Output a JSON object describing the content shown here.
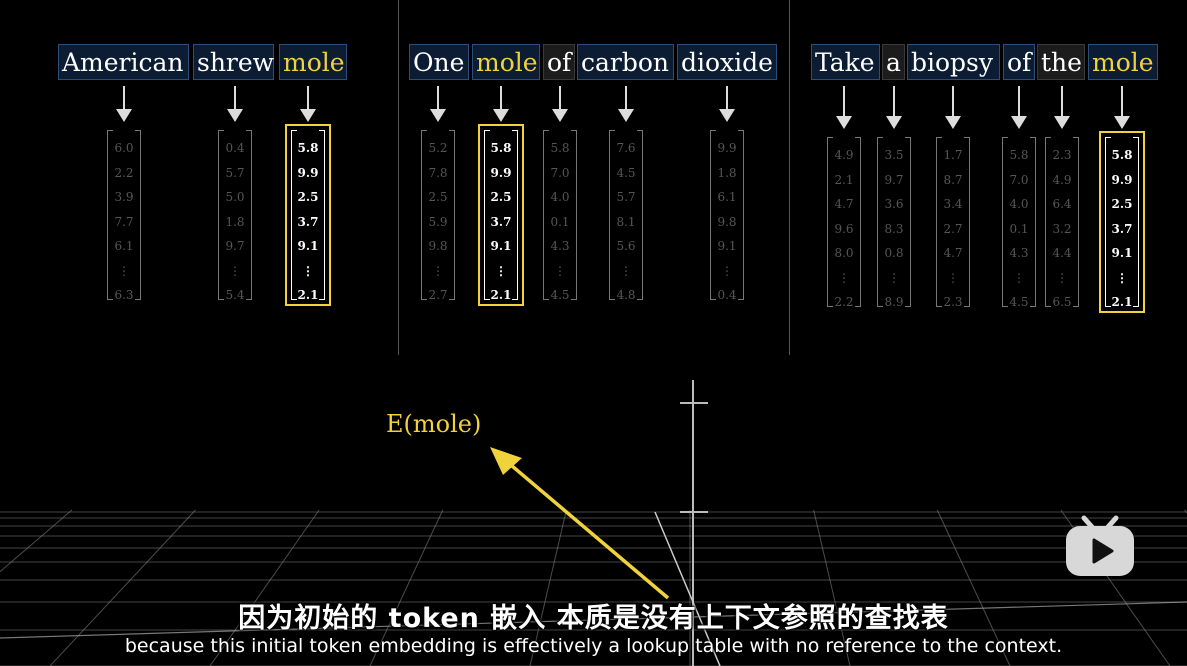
{
  "panels": [
    {
      "tokens": [
        {
          "text": "American",
          "focus": false,
          "style": "b1"
        },
        {
          "text": "shrew",
          "focus": false,
          "style": "b1"
        },
        {
          "text": "mole",
          "focus": true,
          "style": "b1"
        }
      ],
      "vectors": [
        [
          "6.0",
          "2.2",
          "3.9",
          "7.7",
          "6.1",
          "⋮",
          "6.3"
        ],
        [
          "0.4",
          "5.7",
          "5.0",
          "1.8",
          "9.7",
          "⋮",
          "5.4"
        ],
        [
          "5.8",
          "9.9",
          "2.5",
          "3.7",
          "9.1",
          "⋮",
          "2.1"
        ]
      ]
    },
    {
      "tokens": [
        {
          "text": "One",
          "focus": false,
          "style": "b1"
        },
        {
          "text": "mole",
          "focus": true,
          "style": "b1"
        },
        {
          "text": "of",
          "focus": false,
          "style": "b2"
        },
        {
          "text": "carbon",
          "focus": false,
          "style": "b1"
        },
        {
          "text": "dioxide",
          "focus": false,
          "style": "b1"
        }
      ],
      "vectors": [
        [
          "5.2",
          "7.8",
          "2.5",
          "5.9",
          "9.8",
          "⋮",
          "2.7"
        ],
        [
          "5.8",
          "9.9",
          "2.5",
          "3.7",
          "9.1",
          "⋮",
          "2.1"
        ],
        [
          "5.8",
          "7.0",
          "4.0",
          "0.1",
          "4.3",
          "⋮",
          "4.5"
        ],
        [
          "7.6",
          "4.5",
          "5.7",
          "8.1",
          "5.6",
          "⋮",
          "4.8"
        ],
        [
          "9.9",
          "1.8",
          "6.1",
          "9.8",
          "9.1",
          "⋮",
          "0.4"
        ]
      ]
    },
    {
      "tokens": [
        {
          "text": "Take",
          "focus": false,
          "style": "b1"
        },
        {
          "text": "a",
          "focus": false,
          "style": "b2"
        },
        {
          "text": "biopsy",
          "focus": false,
          "style": "b1"
        },
        {
          "text": "of",
          "focus": false,
          "style": "b1"
        },
        {
          "text": "the",
          "focus": false,
          "style": "b2"
        },
        {
          "text": "mole",
          "focus": true,
          "style": "b1"
        }
      ],
      "vectors": [
        [
          "4.9",
          "2.1",
          "4.7",
          "9.6",
          "8.0",
          "⋮",
          "2.2"
        ],
        [
          "3.5",
          "9.7",
          "3.6",
          "8.3",
          "0.8",
          "⋮",
          "8.9"
        ],
        [
          "1.7",
          "8.7",
          "3.4",
          "2.7",
          "4.7",
          "⋮",
          "2.3"
        ],
        [
          "5.8",
          "7.0",
          "4.0",
          "0.1",
          "4.3",
          "⋮",
          "4.5"
        ],
        [
          "2.3",
          "4.9",
          "6.4",
          "3.2",
          "4.4",
          "⋮",
          "6.5"
        ],
        [
          "5.8",
          "9.9",
          "2.5",
          "3.7",
          "9.1",
          "⋮",
          "2.1"
        ]
      ]
    }
  ],
  "embedding_label": "E(mole)",
  "subtitles": {
    "zh": "因为初始的 token 嵌入 本质是没有上下文参照的查找表",
    "en": "because this initial token embedding is effectively a lookup table with no reference to the context."
  },
  "player": {
    "icon": "bilibili-tv-play-icon"
  },
  "colors": {
    "background": "#000000",
    "highlight": "#f0d23a",
    "token_border": "#2d4e78",
    "text": "#ffffff"
  }
}
